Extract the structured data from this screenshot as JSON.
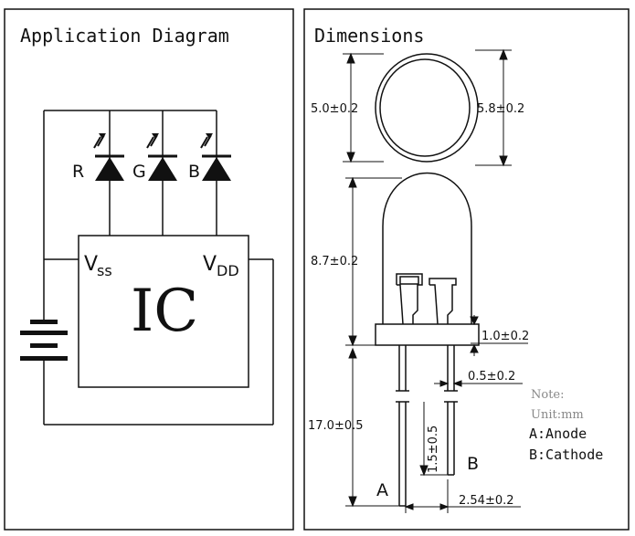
{
  "panels": {
    "left_title": "Application Diagram",
    "right_title": "Dimensions"
  },
  "circuit": {
    "led_labels": [
      "R",
      "G",
      "B"
    ],
    "ic_label": "IC",
    "vss": {
      "main": "V",
      "sub": "ss"
    },
    "vdd": {
      "main": "V",
      "sub": "DD"
    }
  },
  "dimensions": {
    "lens_diameter": "5.0±0.2",
    "flange_diameter": "5.8±0.2",
    "body_height": "8.7±0.2",
    "flange_height": "1.0±0.2",
    "lead_width": "0.5±0.2",
    "lead_length": "17.0±0.5",
    "lead_offset": "1.5±0.5",
    "lead_pitch": "2.54±0.2",
    "lead_a": "A",
    "lead_b": "B"
  },
  "note": {
    "title": "Note:",
    "unit": "Unit:mm",
    "anode": "A:Anode",
    "cathode": "B:Cathode"
  },
  "colors": {
    "line": "#111111",
    "note_gray": "#888888"
  }
}
